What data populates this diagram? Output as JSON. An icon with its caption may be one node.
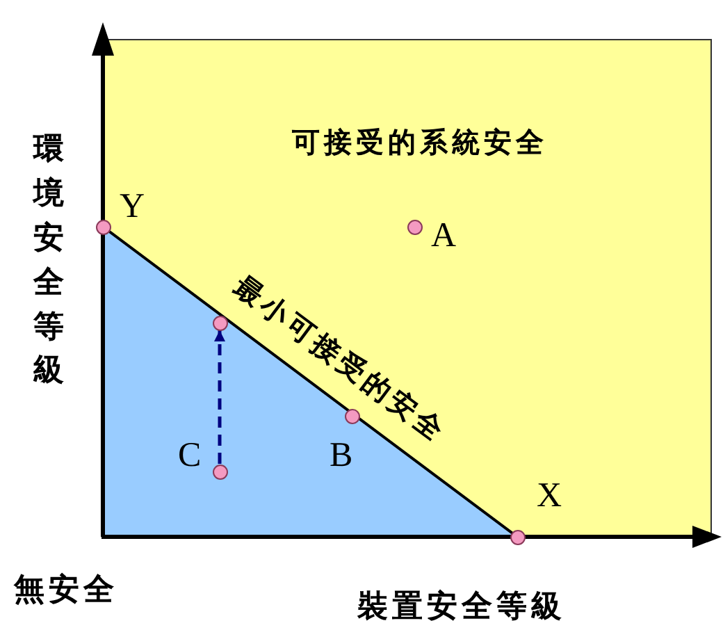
{
  "diagram": {
    "nodes": [
      {
        "text": [],
        "shape": "circle",
        "beside": [
          "Y"
        ]
      },
      {
        "text": [],
        "shape": "circle",
        "beside": [
          "A"
        ]
      },
      {
        "text": [],
        "shape": "circle"
      },
      {
        "text": [],
        "shape": "circle",
        "beside": [
          "B"
        ]
      },
      {
        "text": [],
        "shape": "circle",
        "beside": [
          "C"
        ]
      },
      {
        "text": [],
        "shape": "circle",
        "beside": [
          "X"
        ]
      }
    ],
    "edges": [
      {
        "from": 4,
        "to": 2,
        "arrow": "to",
        "style": "dashed",
        "color": "#000080"
      }
    ],
    "labels": [
      "可接受的系統安全",
      "環境安全等級",
      "最小可接受的安全",
      "無安全",
      "裝置安全等級"
    ]
  }
}
